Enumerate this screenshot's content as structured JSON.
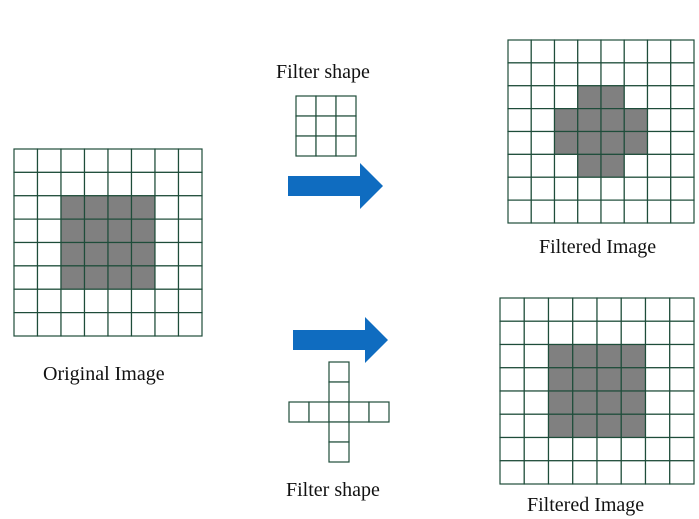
{
  "colors": {
    "grid_stroke": "#1e4d3a",
    "cell_fill": "#ffffff",
    "filled_fill": "#808080",
    "arrow": "#0f6cc0",
    "text": "#111111"
  },
  "labels": {
    "original": "Original Image",
    "filter_top": "Filter shape",
    "filter_bottom": "Filter shape",
    "filtered_top": "Filtered Image",
    "filtered_bottom": "Filtered Image"
  },
  "original_image": {
    "rows": 8,
    "cols": 8,
    "filled": [
      [
        2,
        2
      ],
      [
        2,
        3
      ],
      [
        2,
        4
      ],
      [
        2,
        5
      ],
      [
        3,
        2
      ],
      [
        3,
        3
      ],
      [
        3,
        4
      ],
      [
        3,
        5
      ],
      [
        4,
        2
      ],
      [
        4,
        3
      ],
      [
        4,
        4
      ],
      [
        4,
        5
      ],
      [
        5,
        2
      ],
      [
        5,
        3
      ],
      [
        5,
        4
      ],
      [
        5,
        5
      ]
    ]
  },
  "filter_square": {
    "rows": 3,
    "cols": 3,
    "cells": [
      [
        0,
        0
      ],
      [
        0,
        1
      ],
      [
        0,
        2
      ],
      [
        1,
        0
      ],
      [
        1,
        1
      ],
      [
        1,
        2
      ],
      [
        2,
        0
      ],
      [
        2,
        1
      ],
      [
        2,
        2
      ]
    ]
  },
  "filter_cross": {
    "rows": 5,
    "cols": 5,
    "cells": [
      [
        0,
        2
      ],
      [
        1,
        2
      ],
      [
        2,
        0
      ],
      [
        2,
        1
      ],
      [
        2,
        2
      ],
      [
        2,
        3
      ],
      [
        2,
        4
      ],
      [
        3,
        2
      ],
      [
        4,
        2
      ]
    ]
  },
  "filtered_top": {
    "rows": 8,
    "cols": 8,
    "filled": [
      [
        2,
        3
      ],
      [
        2,
        4
      ],
      [
        3,
        2
      ],
      [
        3,
        3
      ],
      [
        3,
        4
      ],
      [
        3,
        5
      ],
      [
        4,
        2
      ],
      [
        4,
        3
      ],
      [
        4,
        4
      ],
      [
        4,
        5
      ],
      [
        5,
        3
      ],
      [
        5,
        4
      ]
    ]
  },
  "filtered_bottom": {
    "rows": 8,
    "cols": 8,
    "filled": [
      [
        2,
        2
      ],
      [
        2,
        3
      ],
      [
        2,
        4
      ],
      [
        2,
        5
      ],
      [
        3,
        2
      ],
      [
        3,
        3
      ],
      [
        3,
        4
      ],
      [
        3,
        5
      ],
      [
        4,
        2
      ],
      [
        4,
        3
      ],
      [
        4,
        4
      ],
      [
        4,
        5
      ],
      [
        5,
        2
      ],
      [
        5,
        3
      ],
      [
        5,
        4
      ],
      [
        5,
        5
      ]
    ]
  }
}
